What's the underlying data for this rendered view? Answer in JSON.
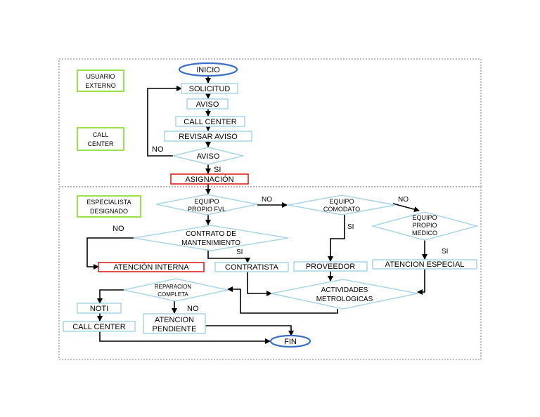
{
  "lanes": {
    "usuario_externo": [
      "USUARIO",
      "EXTERNO"
    ],
    "call_center": [
      "CALL",
      "CENTER"
    ],
    "especialista": [
      "ESPECIALISTA",
      "DESIGNADO"
    ]
  },
  "nodes": {
    "inicio": "INICIO",
    "solicitud": "SOLICITUD",
    "aviso1": "AVISO",
    "call_center_box": "CALL CENTER",
    "revisar_aviso": "REVISAR AVISO",
    "aviso_decision": "AVISO",
    "asignacion": "ASIGNACIÓN",
    "equipo_propio": [
      "EQUIPO",
      "PROPIO FVL"
    ],
    "equipo_comodato": [
      "EQUIPO",
      "COMODATO"
    ],
    "equipo_propio_medico": [
      "EQUIPO",
      "PROPIO",
      "MEDICO"
    ],
    "contrato": [
      "CONTRATO DE",
      "MANTENIMIENTO"
    ],
    "atencion_interna": "ATENCIÒN INTERNA",
    "contratista": "CONTRATISTA",
    "proveedor": "PROVEEDOR",
    "atencion_especial": "ATENCION ESPECIAL",
    "reparacion": [
      "REPARACION",
      "COMPLETA"
    ],
    "actividades": [
      "ACTIVIDADES",
      "METROLOGICAS"
    ],
    "noti": "NOTI",
    "call_center_final": "CALL CENTER",
    "atencion_pendiente": [
      "ATENCION",
      "PENDIENTE"
    ],
    "fin": "FIN"
  },
  "edge_labels": {
    "aviso_no": "NO",
    "aviso_si": "SI",
    "equipo_propio_no": "NO",
    "comodato_no": "NO",
    "comodato_si": "SI",
    "medico_si": "SI",
    "contrato_no": "NO",
    "contrato_si": "SI",
    "reparacion_no": "NO"
  }
}
